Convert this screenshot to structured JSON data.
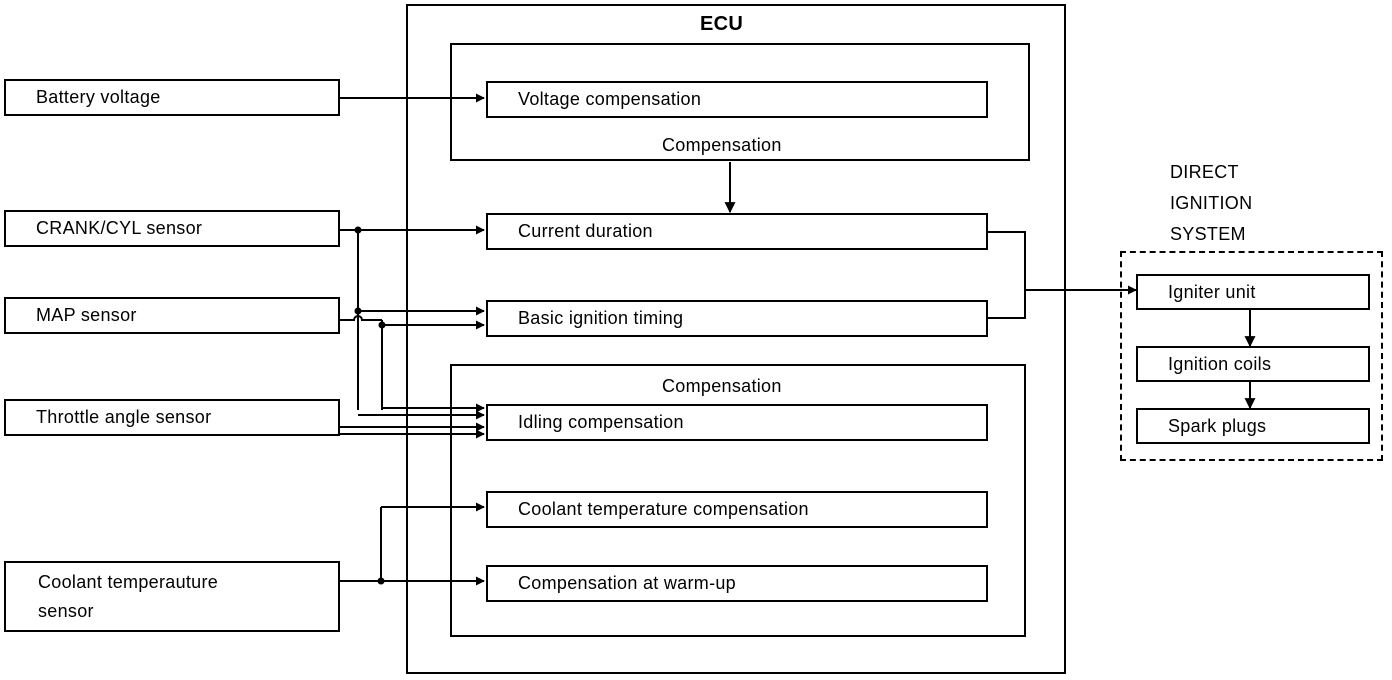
{
  "ecu": {
    "title": "ECU"
  },
  "inputs": {
    "battery": "Battery voltage",
    "crank": "CRANK/CYL sensor",
    "map": "MAP sensor",
    "throttle": "Throttle angle sensor",
    "coolant_line1": "Coolant temperauture",
    "coolant_line2": "sensor"
  },
  "processing": {
    "voltage_comp": "Voltage compensation",
    "comp_label_top": "Compensation",
    "current_duration": "Current duration",
    "basic_timing": "Basic ignition timing",
    "comp_label_bottom": "Compensation",
    "idling_comp": "Idling compensation",
    "coolant_comp": "Coolant temperature compensation",
    "warmup_comp": "Compensation at warm-up"
  },
  "dis": {
    "title_line1": "DIRECT",
    "title_line2": "IGNITION",
    "title_line3": "SYSTEM",
    "igniter": "Igniter unit",
    "coils": "Ignition coils",
    "plugs": "Spark plugs"
  }
}
